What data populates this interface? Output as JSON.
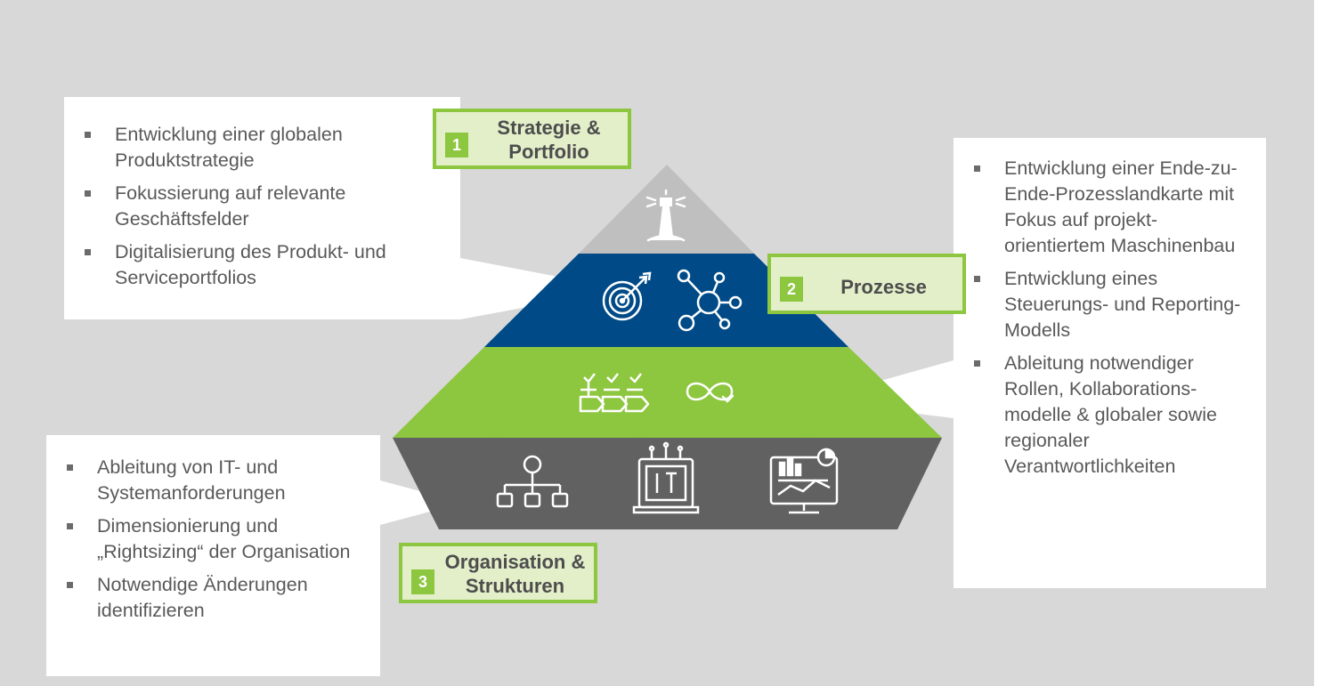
{
  "labels": {
    "strategy": {
      "number": "1",
      "title": "Strategie & Portfolio"
    },
    "prozesse": {
      "number": "2",
      "title": "Prozesse"
    },
    "organisation": {
      "number": "3",
      "title": "Organisation & Strukturen"
    }
  },
  "strategy_box": {
    "items": [
      "Entwicklung einer globalen Produktstrategie",
      "Fokussierung auf relevante Geschäftsfelder",
      "Digitalisierung des Produkt- und Serviceportfolios"
    ]
  },
  "prozesse_box": {
    "items": [
      "Entwicklung einer Ende-zu-Ende-Prozesslandkarte mit Fokus auf projekt-orientiertem Maschinenbau",
      "Entwicklung eines Steuerungs- und Reporting-Modells",
      "Ableitung notwendiger Rollen, Kollaborations-modelle & globaler sowie regionaler Verantwortlichkeiten"
    ]
  },
  "organisation_box": {
    "items": [
      "Ableitung von IT- und Systemanforderungen",
      "Dimensionierung und „Rightsizing“ der Organisation",
      "Notwendige Änderungen identifizieren"
    ]
  },
  "pyramid": {
    "tiers": [
      {
        "name": "vision",
        "color": "#bfbfbf",
        "icons": [
          "lighthouse-icon"
        ]
      },
      {
        "name": "strategy",
        "color": "#004b87",
        "icons": [
          "target-icon",
          "network-icon"
        ]
      },
      {
        "name": "processes",
        "color": "#8dc63f",
        "icons": [
          "checklist-flow-icon",
          "infinity-cycle-icon"
        ]
      },
      {
        "name": "organisation",
        "color": "#616161",
        "icons": [
          "org-chart-icon",
          "it-laptop-icon",
          "dashboard-monitor-icon"
        ]
      }
    ]
  },
  "colors": {
    "accent_green": "#8dc63f",
    "label_fill": "#e2efc9",
    "navy": "#004b87",
    "text_gray": "#595959"
  }
}
